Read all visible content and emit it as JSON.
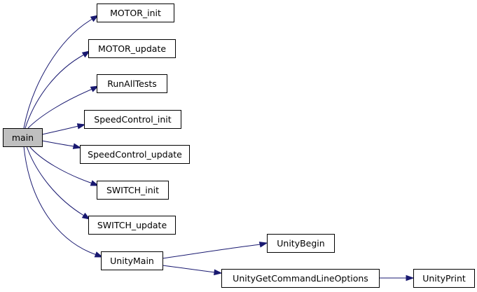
{
  "graph": {
    "nodes": [
      {
        "id": "main",
        "label": "main",
        "highlighted": true
      },
      {
        "id": "motor_init",
        "label": "MOTOR_init"
      },
      {
        "id": "motor_update",
        "label": "MOTOR_update"
      },
      {
        "id": "run_all_tests",
        "label": "RunAllTests"
      },
      {
        "id": "speed_control_init",
        "label": "SpeedControl_init"
      },
      {
        "id": "speed_control_update",
        "label": "SpeedControl_update"
      },
      {
        "id": "switch_init",
        "label": "SWITCH_init"
      },
      {
        "id": "switch_update",
        "label": "SWITCH_update"
      },
      {
        "id": "unity_main",
        "label": "UnityMain"
      },
      {
        "id": "unity_begin",
        "label": "UnityBegin"
      },
      {
        "id": "unity_get_command_line_options",
        "label": "UnityGetCommandLineOptions"
      },
      {
        "id": "unity_print",
        "label": "UnityPrint"
      }
    ],
    "edges": [
      {
        "from": "main",
        "to": "motor_init"
      },
      {
        "from": "main",
        "to": "motor_update"
      },
      {
        "from": "main",
        "to": "run_all_tests"
      },
      {
        "from": "main",
        "to": "speed_control_init"
      },
      {
        "from": "main",
        "to": "speed_control_update"
      },
      {
        "from": "main",
        "to": "switch_init"
      },
      {
        "from": "main",
        "to": "switch_update"
      },
      {
        "from": "main",
        "to": "unity_main"
      },
      {
        "from": "unity_main",
        "to": "unity_begin"
      },
      {
        "from": "unity_main",
        "to": "unity_get_command_line_options"
      },
      {
        "from": "unity_get_command_line_options",
        "to": "unity_print"
      }
    ],
    "colors": {
      "edge": "#191970",
      "node_border": "#000000",
      "node_fill": "#ffffff",
      "highlight_fill": "#bfbfbf",
      "text": "#000000"
    }
  }
}
